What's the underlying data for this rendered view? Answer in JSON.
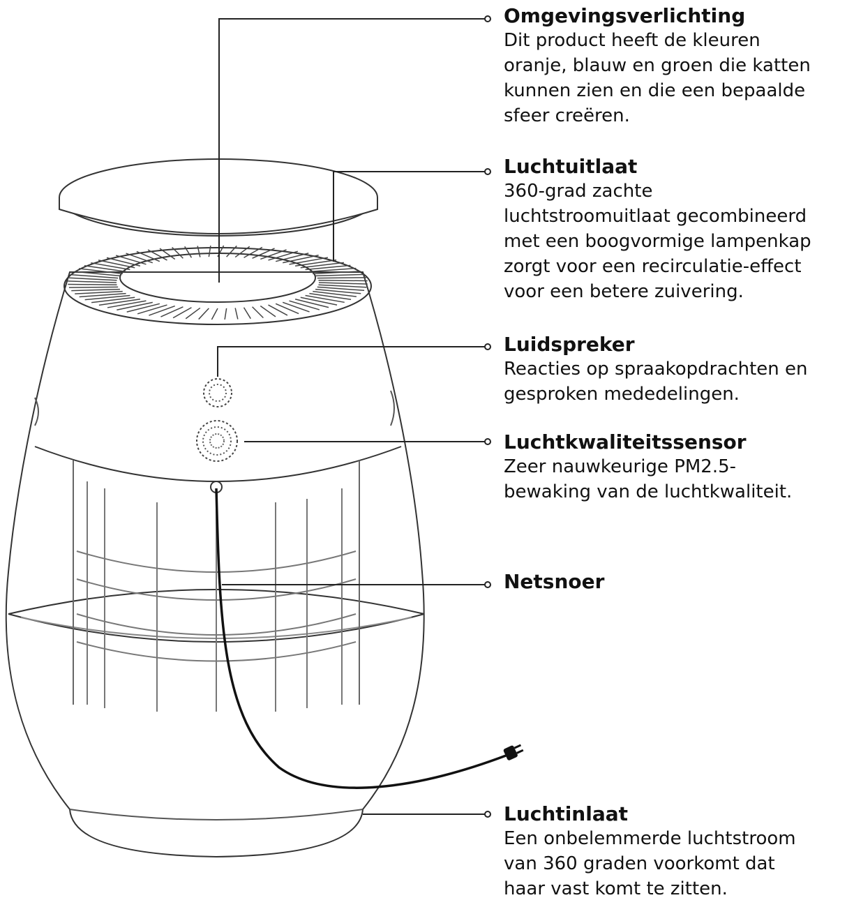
{
  "callouts": [
    {
      "title": "Omgevingsverlichting",
      "description": "Dit product heeft de kleuren\noranje, blauw en groen die katten\nkunnen zien en die een bepaalde\nsfeer creëren."
    },
    {
      "title": "Luchtuitlaat",
      "description": "360-grad zachte\nluchtstroomuitlaat gecombineerd\nmet een boogvormige lampenkap\nzorgt voor een recirculatie-effect\nvoor een betere zuivering."
    },
    {
      "title": "Luidspreker",
      "description": "Reacties op spraakopdrachten en\ngesproken mededelingen."
    },
    {
      "title": "Luchtkwaliteitssensor",
      "description": "Zeer nauwkeurige PM2.5-\nbewaking van de luchtkwaliteit."
    },
    {
      "title": "Netsnoer",
      "description": ""
    },
    {
      "title": "Luchtinlaat",
      "description": "Een onbelemmerde luchtstroom\nvan 360 graden voorkomt dat\nhaar vast komt te zitten."
    }
  ]
}
